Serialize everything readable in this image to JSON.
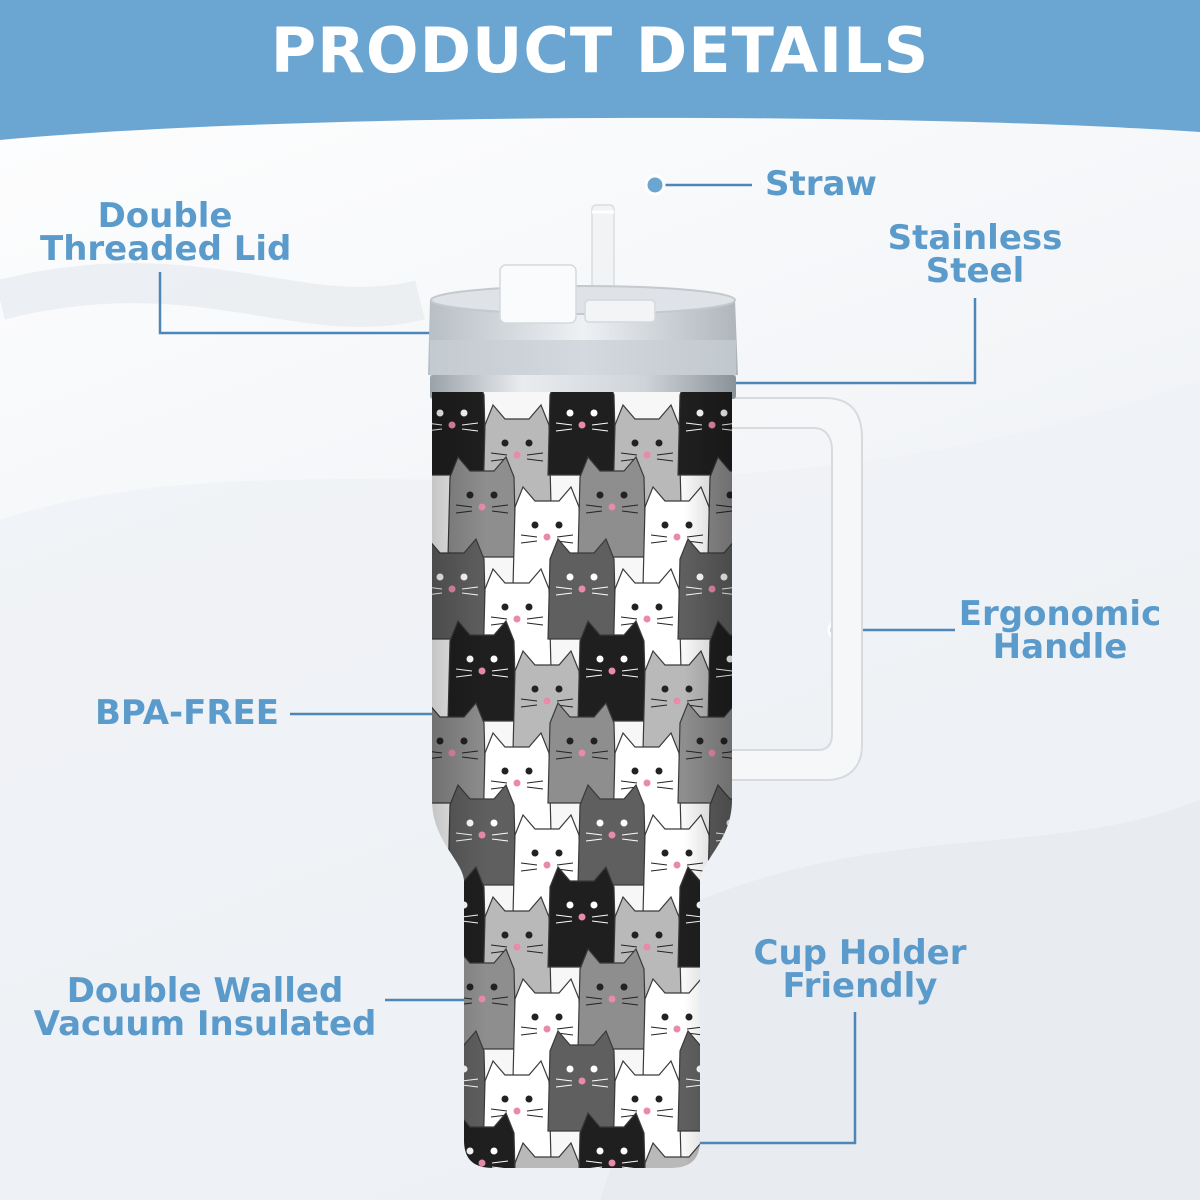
{
  "header": {
    "title": "PRODUCT DETAILS",
    "color": "#6ba6d2"
  },
  "accent_color": "#5b9bcc",
  "features": {
    "straw": "Straw",
    "lid": [
      "Double",
      "Threaded Lid"
    ],
    "steel": [
      "Stainless",
      "Steel"
    ],
    "handle": [
      "Ergonomic",
      "Handle"
    ],
    "bpa": "BPA-FREE",
    "cup_holder": [
      "Cup Holder",
      "Friendly"
    ],
    "insulated": [
      "Double Walled",
      "Vacuum Insulated"
    ]
  },
  "product": {
    "pattern": "cat-pattern"
  }
}
